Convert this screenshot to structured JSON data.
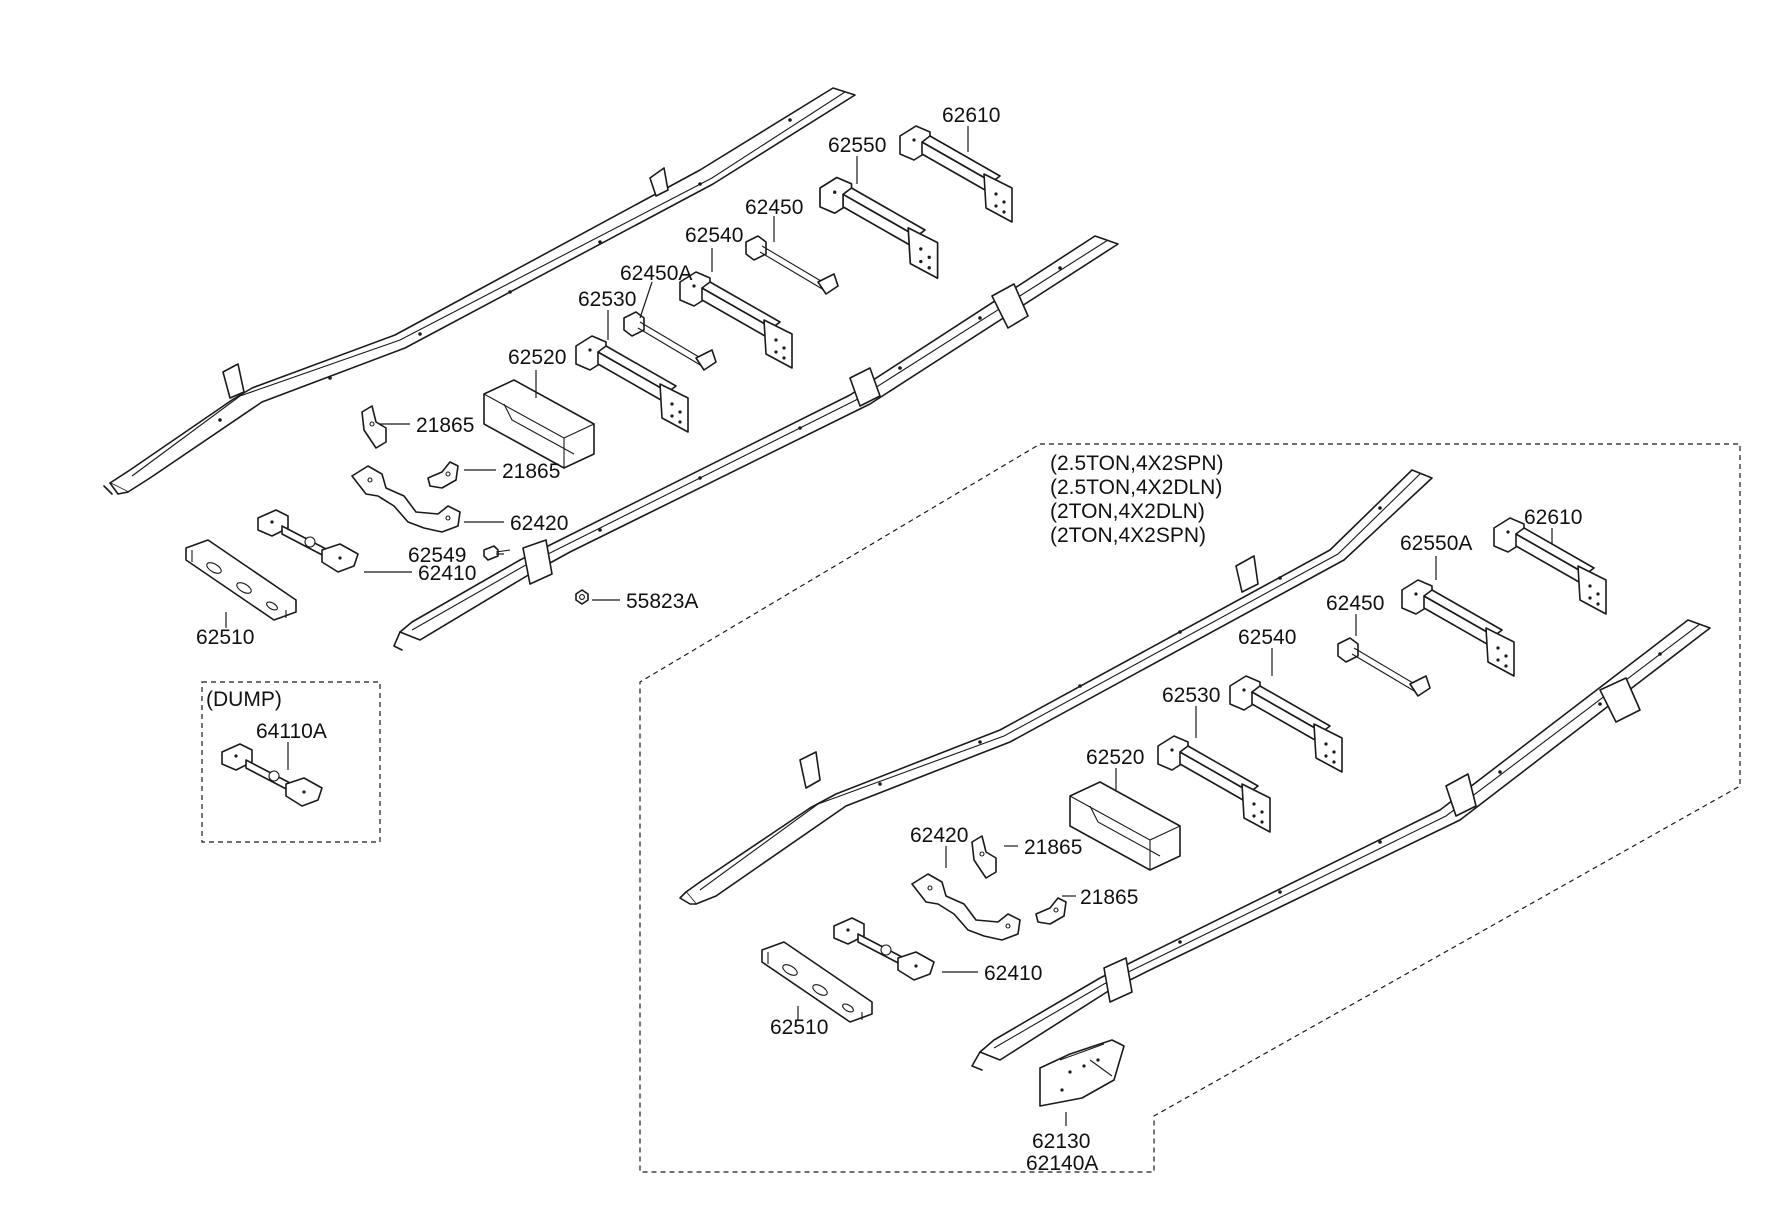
{
  "diagram": {
    "upper_group": {
      "labels": {
        "p62610": "62610",
        "p62550": "62550",
        "p62450": "62450",
        "p62540": "62540",
        "p62450A": "62450A",
        "p62530": "62530",
        "p62520": "62520",
        "p21865a": "21865",
        "p21865b": "21865",
        "p62420": "62420",
        "p62549": "62549",
        "p62410": "62410",
        "p55823A": "55823A",
        "p62510": "62510"
      }
    },
    "dump_box": {
      "title": "(DUMP)",
      "labels": {
        "p64110A": "64110A"
      }
    },
    "lower_group": {
      "variants": [
        "(2.5TON,4X2SPN)",
        "(2.5TON,4X2DLN)",
        "(2TON,4X2DLN)",
        "(2TON,4X2SPN)"
      ],
      "labels": {
        "p62610": "62610",
        "p62550A": "62550A",
        "p62450": "62450",
        "p62540": "62540",
        "p62530": "62530",
        "p62520": "62520",
        "p62420": "62420",
        "p21865a": "21865",
        "p21865b": "21865",
        "p62410": "62410",
        "p62510": "62510",
        "p62130": "62130",
        "p62140A": "62140A"
      }
    }
  }
}
